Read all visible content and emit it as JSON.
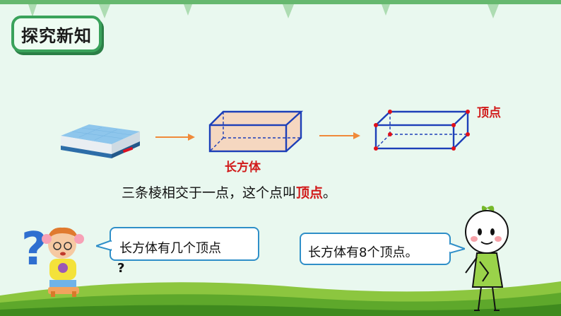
{
  "header": {
    "title": "探究新知"
  },
  "diagram": {
    "shape_label": "长方体",
    "vertex_label": "顶点"
  },
  "sentence": {
    "prefix": "三条棱相交于一点，这个点叫",
    "highlight": "顶点",
    "suffix": "。"
  },
  "left_bubble": {
    "line1": "长方体有几个顶点",
    "line2": "?"
  },
  "right_bubble": {
    "text": "长方体有8个顶点。"
  },
  "colors": {
    "accent_green": "#3aa25b",
    "highlight_red": "#d11a1a",
    "bubble_border": "#2f8fc8",
    "arrow_orange": "#f08a3a",
    "box_fill": "#f5d7c0"
  }
}
